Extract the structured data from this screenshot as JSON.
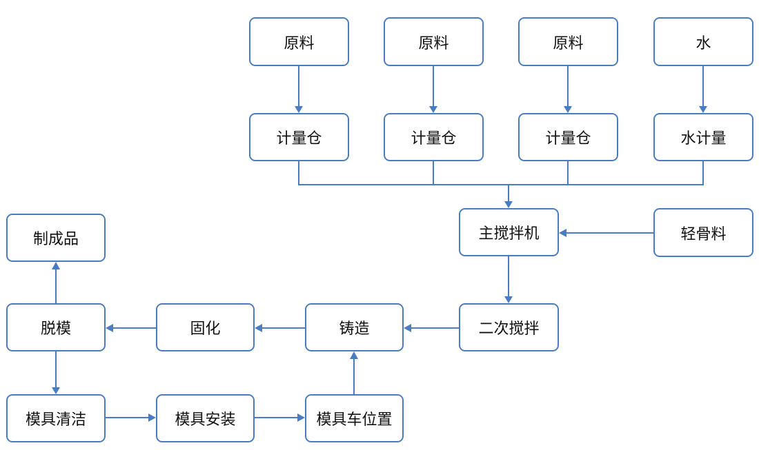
{
  "nodes": {
    "raw1": "原料",
    "raw2": "原料",
    "raw3": "原料",
    "water": "水",
    "bin1": "计量仓",
    "bin2": "计量仓",
    "bin3": "计量仓",
    "water_meter": "水计量",
    "main_mixer": "主搅拌机",
    "light_aggregate": "轻骨料",
    "secondary_mixing": "二次搅拌",
    "casting": "铸造",
    "curing": "固化",
    "demolding": "脱模",
    "finished_product": "制成品",
    "mold_cleaning": "模具清洁",
    "mold_installation": "模具安装",
    "mold_cart_position": "模具车位置"
  },
  "colors": {
    "stroke": "#4a7cc4",
    "text": "#111111"
  }
}
